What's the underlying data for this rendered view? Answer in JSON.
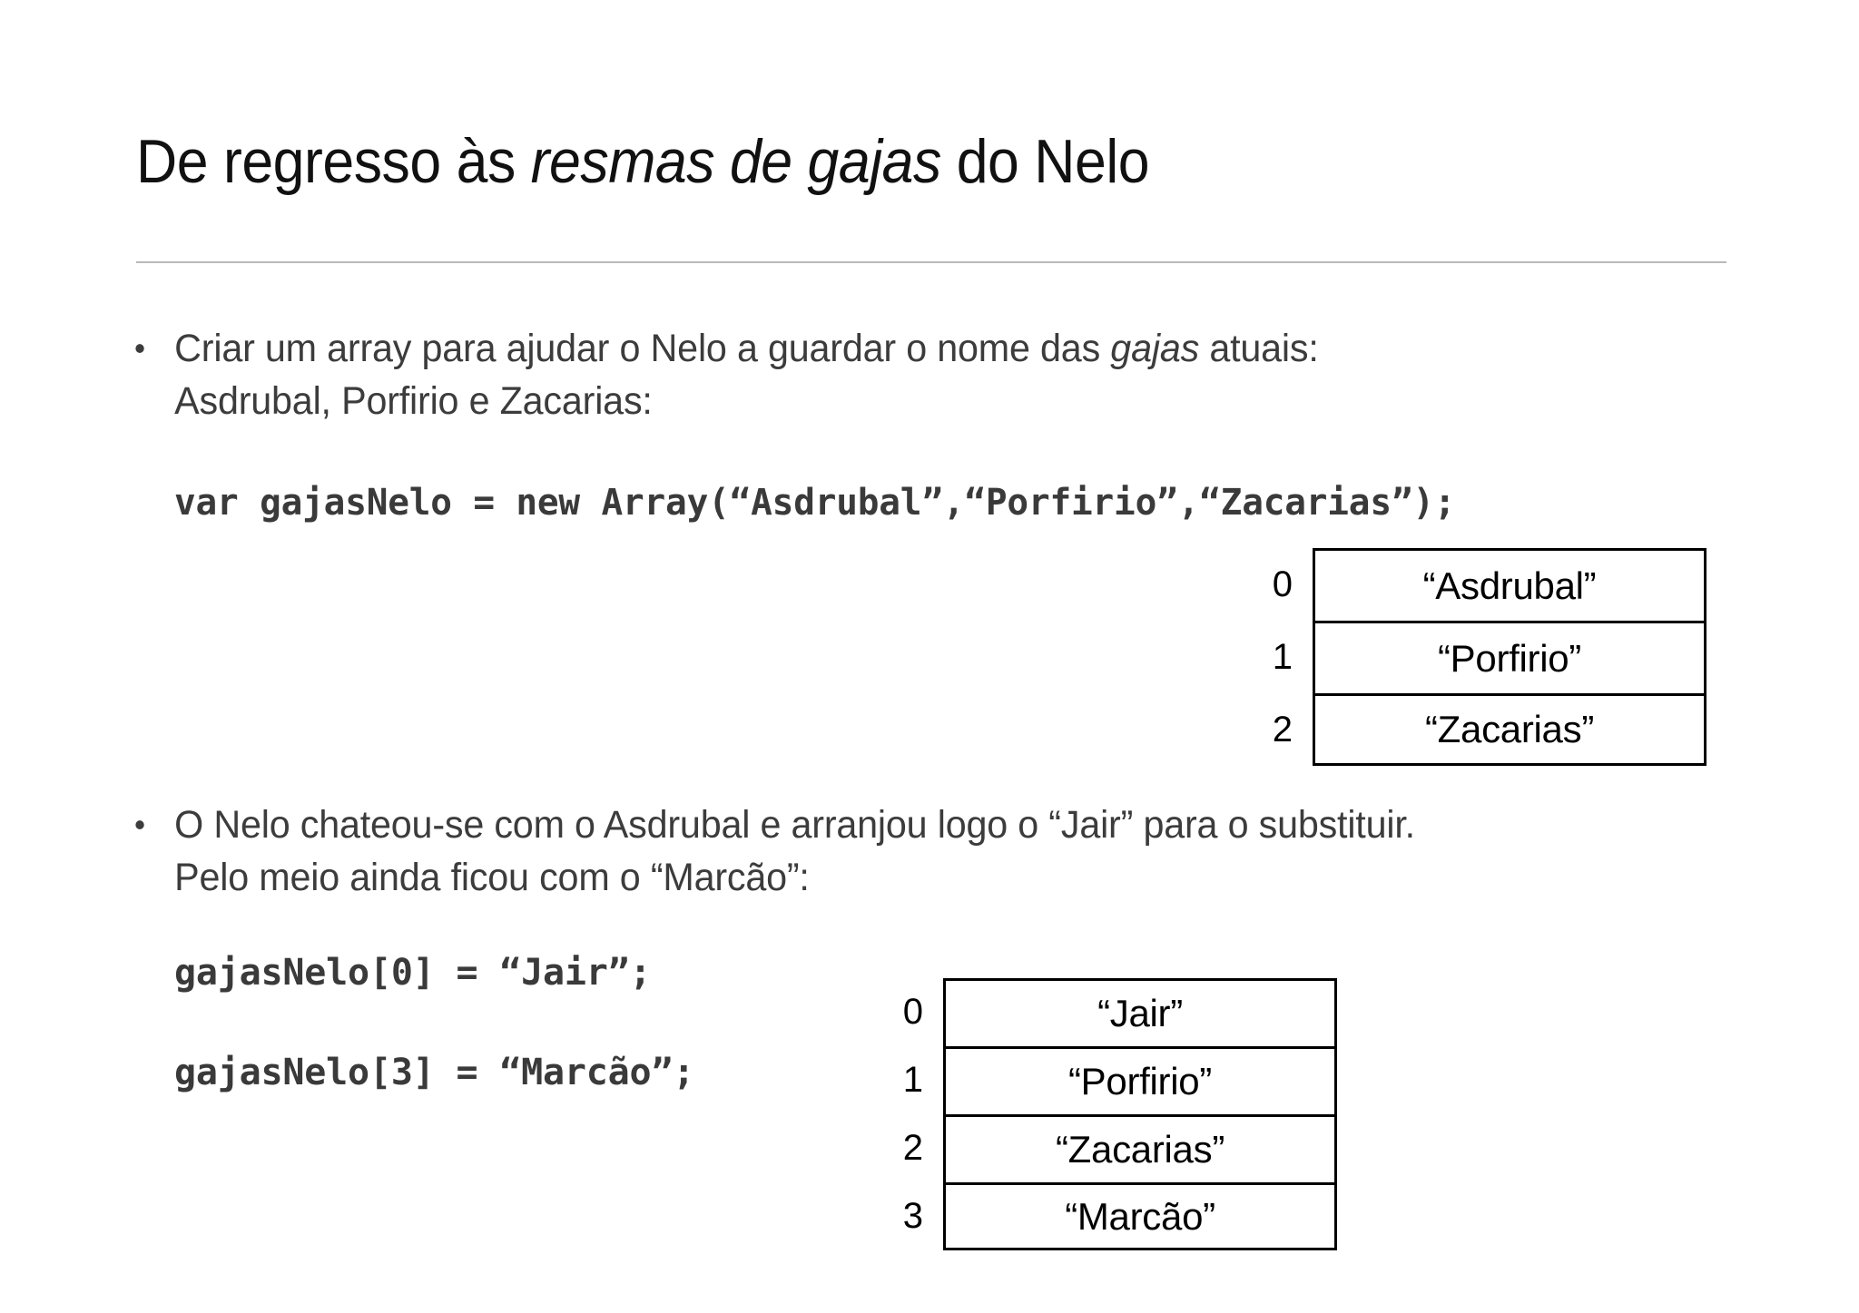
{
  "slide": {
    "title_parts": {
      "before": "De regresso às ",
      "italic": "resmas de gajas",
      "after": " do Nelo"
    },
    "title_full": "De regresso às resmas de gajas do Nelo"
  },
  "bullets": [
    {
      "marker": "•",
      "line1_before": "Criar um array para ajudar o Nelo a guardar o nome das ",
      "line1_italic": "gajas",
      "line1_after": " atuais:",
      "line2": "Asdrubal, Porfirio e Zacarias:"
    },
    {
      "marker": "•",
      "line1": "O Nelo chateou-se com o Asdrubal e arranjou logo o “Jair” para o substituir.",
      "line2": "Pelo meio ainda ficou com o “Marcão”:"
    }
  ],
  "code": {
    "declaration": "var gajasNelo = new Array(“Asdrubal”,“Porfirio”,“Zacarias”);",
    "assign_0": "gajasNelo[0] = “Jair”;",
    "assign_3": "gajasNelo[3] = “Marcão”;"
  },
  "tables": {
    "initial_array": {
      "rows": [
        {
          "index": "0",
          "value": "“Asdrubal”"
        },
        {
          "index": "1",
          "value": "“Porfirio”"
        },
        {
          "index": "2",
          "value": "“Zacarias”"
        }
      ]
    },
    "updated_array": {
      "rows": [
        {
          "index": "0",
          "value": "“Jair”"
        },
        {
          "index": "1",
          "value": "“Porfirio”"
        },
        {
          "index": "2",
          "value": "“Zacarias”"
        },
        {
          "index": "3",
          "value": "“Marcão”"
        }
      ]
    }
  },
  "colors": {
    "background": "#ffffff",
    "title_text": "#111111",
    "body_text": "#3c3c3c",
    "code_text": "#3a3a3a",
    "rule": "#b9b9b9",
    "table_border": "#000000"
  }
}
